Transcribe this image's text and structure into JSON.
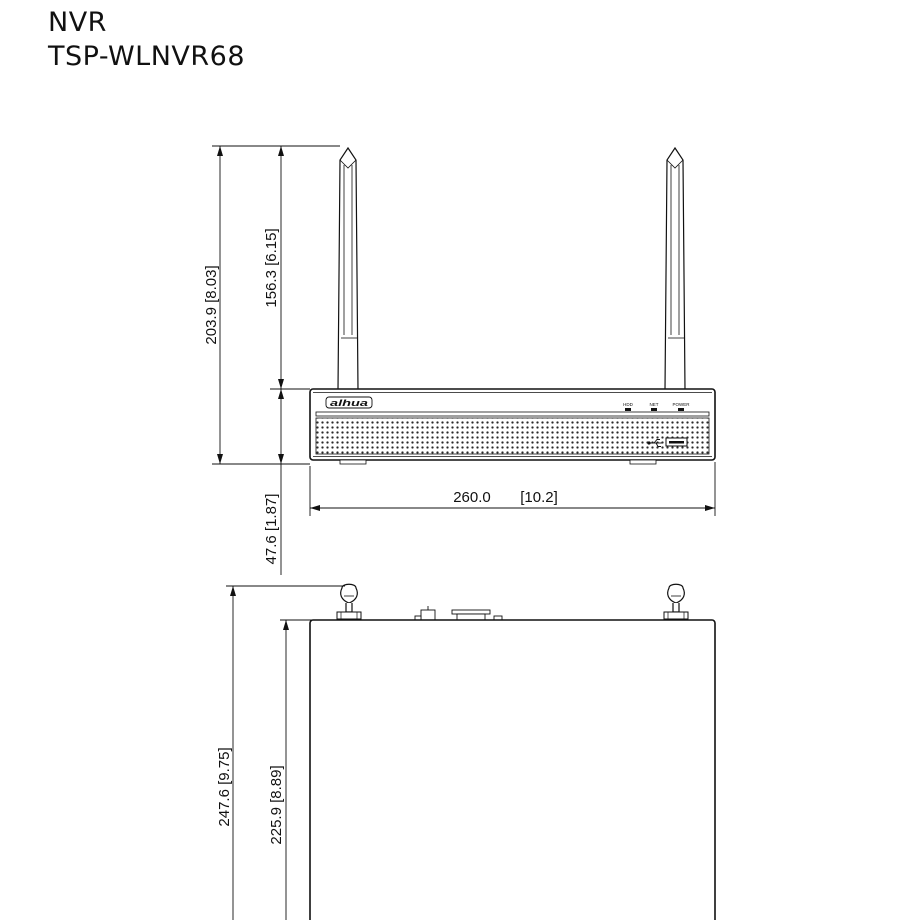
{
  "titles": {
    "line1": "NVR",
    "line2": "TSP-WLNVR68"
  },
  "dimensions": {
    "front_total_height": "203.9  [8.03]",
    "front_antenna_height": "156.3  [6.15]",
    "front_body_height": "47.6  [1.87]",
    "front_width_mm": "260.0",
    "front_width_in": "[10.2]",
    "top_total_depth": "247.6  [9.75]",
    "top_body_depth": "225.9  [8.89]"
  },
  "panel": {
    "brand": "alhua",
    "led_hdd": "HDD",
    "led_net": "NET",
    "led_power": "POWER"
  },
  "colors": {
    "line": "#111111",
    "grille_dot": "#2a2a2a"
  }
}
